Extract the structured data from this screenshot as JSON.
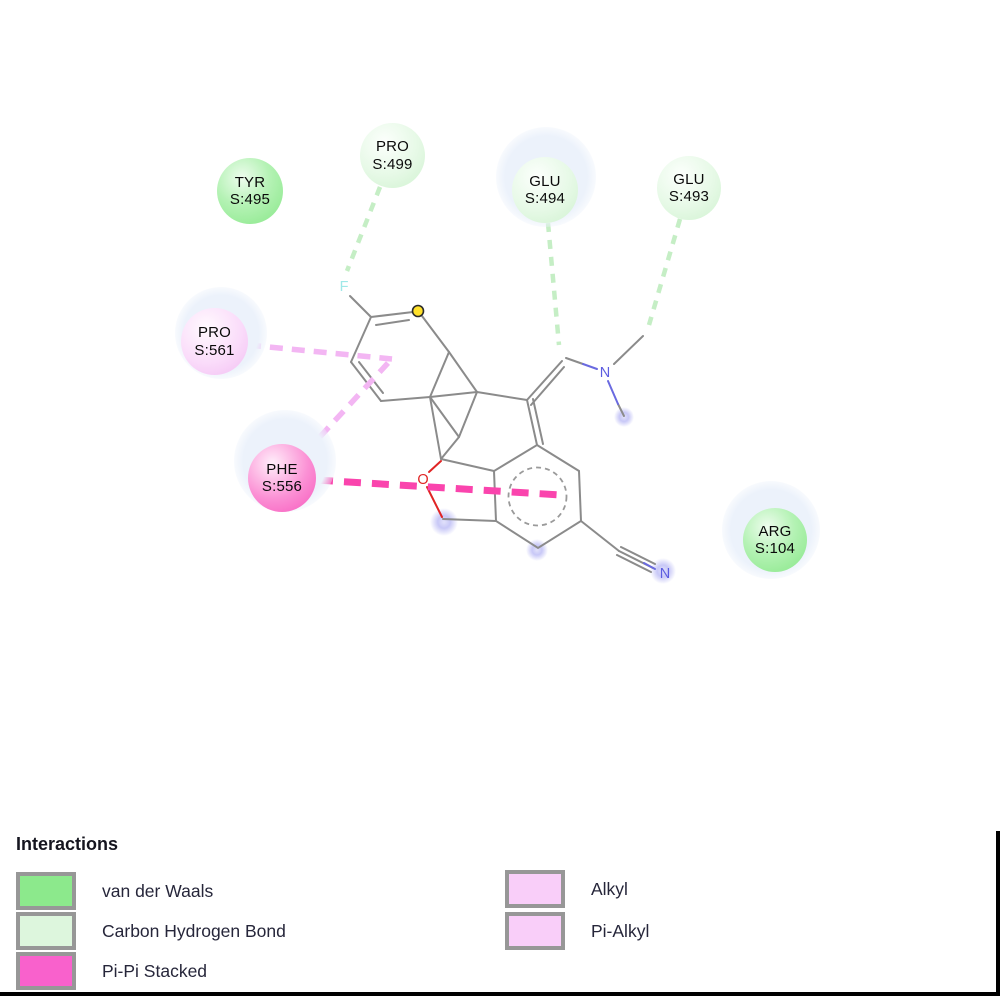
{
  "diagram": {
    "residues": [
      {
        "name": "TYR",
        "id": "S:495",
        "type": "van der Waals"
      },
      {
        "name": "PRO",
        "id": "S:499",
        "type": "Carbon Hydrogen Bond"
      },
      {
        "name": "GLU",
        "id": "S:494",
        "type": "Carbon Hydrogen Bond"
      },
      {
        "name": "GLU",
        "id": "S:493",
        "type": "Carbon Hydrogen Bond"
      },
      {
        "name": "PRO",
        "id": "S:561",
        "type": "Alkyl / Pi-Alkyl"
      },
      {
        "name": "PHE",
        "id": "S:556",
        "type": "Pi-Pi Stacked"
      },
      {
        "name": "ARG",
        "id": "S:104",
        "type": "van der Waals"
      }
    ],
    "atom_labels": {
      "fluorine": "F",
      "oxygen": "O",
      "amine_nitrogen": "N",
      "nitrile_nitrogen": "N"
    }
  },
  "legend": {
    "title": "Interactions",
    "left_items": [
      {
        "label": "van der Waals",
        "color": "#8ce98c"
      },
      {
        "label": "Carbon Hydrogen Bond",
        "color": "#ddf6dd"
      },
      {
        "label": "Pi-Pi Stacked",
        "color": "#f961cc"
      }
    ],
    "right_items": [
      {
        "label": "Alkyl",
        "color": "#f9cef9"
      },
      {
        "label": "Pi-Alkyl",
        "color": "#f9cef9"
      }
    ]
  },
  "colors": {
    "bond_gray": "#8b8b8b",
    "oxygen_red": "#e02424",
    "nitrogen_blue": "#5d5de0",
    "fluorine_cyan": "#9fe8e8",
    "sulfur_yellow": "#ffe12b",
    "halo_blue": "#ecf2fb",
    "hbond_dash_green": "#c5eec5",
    "alkyl_dash_pink": "#f3b6f3",
    "pipi_dash_magenta": "#fa44ad"
  }
}
